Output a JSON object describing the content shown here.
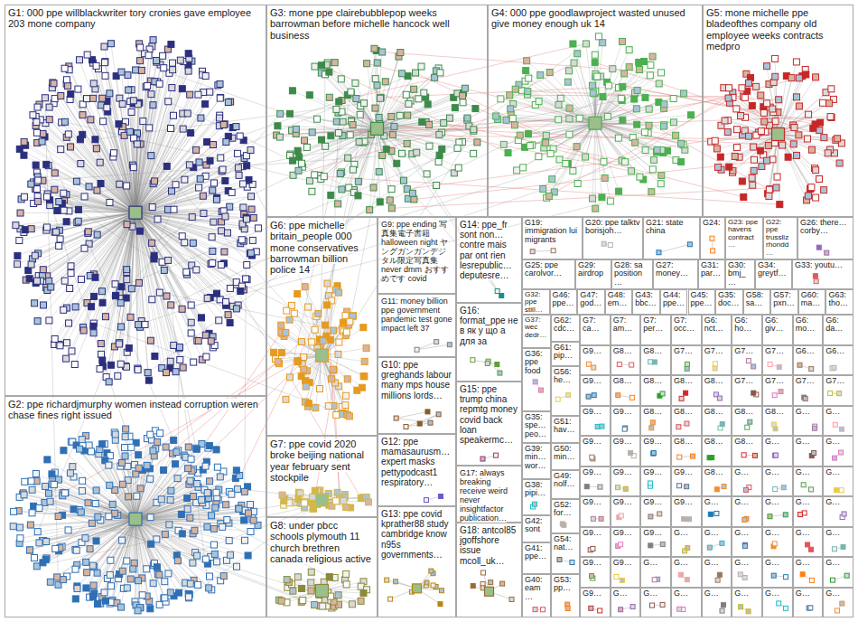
{
  "diagram": {
    "nodes": [
      {
        "text": [
          "G1: 000 ppe willblackwriter tory cronies gave employee 203 mone company"
        ]
      },
      {
        "text": [
          "G2: ppe richardjmurphy women instead corruption weren chase fines right issued"
        ]
      },
      {
        "text": [
          "G3: mone ppe clairebubblepop weeks barrowman before michelle hancock well business"
        ]
      },
      {
        "text": [
          "G4: 000 ppe goodlawproject wasted unused give money enough uk 14"
        ]
      },
      {
        "text": [
          "G5: mone michelle ppe bladeofthes company old employee weeks contracts medpro"
        ]
      },
      {
        "text": [
          "G6: ppe michelle britain_people 000 mone conservatives barrowman billion police 14"
        ]
      },
      {
        "text": [
          "G7: ppe covid 2020 broke beijing national year february sent stockpile"
        ]
      },
      {
        "text": [
          "G8: under pbcc schools plymouth 11 church brethren canada religious active"
        ]
      },
      {
        "text": [
          "G9: ppe ending 写真集電子書籍 halloween night ヤングガンガンデジタル限定写真集 never dmm おすすめです covid"
        ]
      },
      {
        "text": [
          "G11: money billion ppe government pandemic test gone impact left 37"
        ]
      },
      {
        "text": [
          "G10: ppe greghands labour many mps house millions lords…"
        ]
      },
      {
        "text": [
          "G12: ppe mamasaurusm… expert masks pettypodcast1 respiratory…"
        ]
      },
      {
        "text": [
          "G13: ppe covid kprather88 study cambridge know n95s governments…"
        ]
      },
      {
        "text": [
          "G14: ppe_fr sont non… contre mais par ont rien lesrepublic… deputesre…"
        ]
      },
      {
        "text": [
          "G16: format_ppe не в як у що а для за"
        ]
      },
      {
        "text": [
          "G15: ppe trump china repmtg money covid back loan speakermc…"
        ]
      },
      {
        "text": [
          "G17: always breaking receive weird never insightfactor publication…"
        ]
      },
      {
        "text": [
          "G18: antcol85 jgoffshore issue mcoll_uk…"
        ]
      },
      {
        "text": [
          "G19: immigration lui migrants"
        ]
      },
      {
        "text": [
          "G20: ppe talktv borisjoh…"
        ]
      },
      {
        "text": [
          "G21: state china"
        ]
      },
      {
        "text": [
          "G24:"
        ]
      },
      {
        "text": [
          "G23: ppe havens contract…"
        ]
      },
      {
        "text": [
          "G22: ppe trussliz rhondd…"
        ]
      },
      {
        "text": [
          "G26: there… corby…"
        ]
      },
      {
        "text": [
          "G25: ppe carolvor…"
        ]
      },
      {
        "text": [
          "G29: airdrop"
        ]
      },
      {
        "text": [
          "G28: sa position…"
        ]
      },
      {
        "text": [
          "G27: money…"
        ]
      },
      {
        "text": [
          "G31: par…"
        ]
      },
      {
        "text": [
          "G30: bmj_…"
        ]
      },
      {
        "text": [
          "G34: greytf…"
        ]
      },
      {
        "text": [
          "G33: youtu…"
        ]
      },
      {
        "text": [
          "G32: ppe still…"
        ]
      },
      {
        "text": [
          "G46: ppe…"
        ]
      },
      {
        "text": [
          "G47: god…"
        ]
      },
      {
        "text": [
          "G48: em…"
        ]
      },
      {
        "text": [
          "G43: bbc…"
        ]
      },
      {
        "text": [
          "G44: ppe…"
        ]
      },
      {
        "text": [
          "G45: ppe…"
        ]
      },
      {
        "text": [
          "G35: doc…"
        ]
      },
      {
        "text": [
          "G58: sa…"
        ]
      },
      {
        "text": [
          "G57: pxn…"
        ]
      },
      {
        "text": [
          "G60: ma…"
        ]
      },
      {
        "text": [
          "G63: tho…"
        ]
      },
      {
        "text": [
          "G37: wec dedr…"
        ]
      },
      {
        "text": [
          "G36: ppe food"
        ]
      },
      {
        "text": [
          "G35: spe… peo…"
        ]
      },
      {
        "text": [
          "G39: min… wor…"
        ]
      },
      {
        "text": [
          "G38: pipi…"
        ]
      },
      {
        "text": [
          "G42: sont"
        ]
      },
      {
        "text": [
          "G41: ppe…"
        ]
      },
      {
        "text": [
          "G40: eam…"
        ]
      },
      {
        "text": [
          "G62: cdc…"
        ]
      },
      {
        "text": [
          "G61: pip…"
        ]
      },
      {
        "text": [
          "G56: he…"
        ]
      },
      {
        "text": [
          "G51: hav…"
        ]
      },
      {
        "text": [
          "G50: min…"
        ]
      },
      {
        "text": [
          "G49: nolf…"
        ]
      },
      {
        "text": [
          "G52: for…"
        ]
      },
      {
        "text": [
          "G54: nat…"
        ]
      },
      {
        "text": [
          "G53: pp…"
        ]
      },
      {
        "text": [
          "G7: ca…"
        ]
      },
      {
        "text": [
          "G7: am…"
        ]
      },
      {
        "text": [
          "G7: per…"
        ]
      },
      {
        "text": [
          "G7: occ…"
        ]
      },
      {
        "text": [
          "G6: nct…"
        ]
      },
      {
        "text": [
          "G6: ho…"
        ]
      },
      {
        "text": [
          "G6: giv…"
        ]
      },
      {
        "text": [
          "G6: mo…"
        ]
      },
      {
        "text": [
          "G6: da…"
        ]
      },
      {
        "text": [
          "G9…"
        ]
      },
      {
        "text": [
          "G8…"
        ]
      },
      {
        "text": [
          "G8…"
        ]
      },
      {
        "text": [
          "G7…"
        ]
      },
      {
        "text": [
          "G7…"
        ]
      },
      {
        "text": [
          "G7…"
        ]
      },
      {
        "text": [
          "G7…"
        ]
      },
      {
        "text": [
          "G6…"
        ]
      },
      {
        "text": [
          "G6…"
        ]
      },
      {
        "text": [
          "G9…"
        ]
      },
      {
        "text": [
          "G8…"
        ]
      },
      {
        "text": [
          "G8…"
        ]
      },
      {
        "text": [
          "G8…"
        ]
      },
      {
        "text": [
          "G8…"
        ]
      },
      {
        "text": [
          "G7…"
        ]
      },
      {
        "text": [
          "G7…"
        ]
      },
      {
        "text": [
          "G7…"
        ]
      },
      {
        "text": [
          "G7…"
        ]
      },
      {
        "text": [
          "G9…"
        ]
      },
      {
        "text": [
          "G9…"
        ]
      },
      {
        "text": [
          "G8…"
        ]
      },
      {
        "text": [
          "G8…"
        ]
      },
      {
        "text": [
          "G8…"
        ]
      },
      {
        "text": [
          "G8…"
        ]
      },
      {
        "text": [
          "G8…"
        ]
      },
      {
        "text": [
          "G…"
        ]
      },
      {
        "text": [
          "G…"
        ]
      },
      {
        "text": [
          "G9…"
        ]
      },
      {
        "text": [
          "G9…"
        ]
      },
      {
        "text": [
          "G9…"
        ]
      },
      {
        "text": [
          "G8…"
        ]
      },
      {
        "text": [
          "G8…"
        ]
      },
      {
        "text": [
          "G8…"
        ]
      },
      {
        "text": [
          "G…"
        ]
      },
      {
        "text": [
          "G…"
        ]
      },
      {
        "text": [
          "G…"
        ]
      },
      {
        "text": [
          "G9…"
        ]
      },
      {
        "text": [
          "G9…"
        ]
      },
      {
        "text": [
          "G9…"
        ]
      },
      {
        "text": [
          "G9…"
        ]
      },
      {
        "text": [
          "G8…"
        ]
      },
      {
        "text": [
          "G…"
        ]
      },
      {
        "text": [
          "G…"
        ]
      },
      {
        "text": [
          "G…"
        ]
      },
      {
        "text": [
          "G…"
        ]
      },
      {
        "text": [
          "G9…"
        ]
      },
      {
        "text": [
          "G9…"
        ]
      },
      {
        "text": [
          "G9…"
        ]
      },
      {
        "text": [
          "G9…"
        ]
      },
      {
        "text": [
          "G…"
        ]
      },
      {
        "text": [
          "G…"
        ]
      },
      {
        "text": [
          "G…"
        ]
      },
      {
        "text": [
          "G…"
        ]
      },
      {
        "text": [
          "G…"
        ]
      },
      {
        "text": [
          "G9…"
        ]
      },
      {
        "text": [
          "G9…"
        ]
      },
      {
        "text": [
          "G9…"
        ]
      },
      {
        "text": [
          "G…"
        ]
      },
      {
        "text": [
          "G…"
        ]
      },
      {
        "text": [
          "G…"
        ]
      },
      {
        "text": [
          "G…"
        ]
      },
      {
        "text": [
          "G…"
        ]
      },
      {
        "text": [
          "G…"
        ]
      },
      {
        "text": [
          "G9…"
        ]
      },
      {
        "text": [
          "G9…"
        ]
      },
      {
        "text": [
          "G…"
        ]
      },
      {
        "text": [
          "G…"
        ]
      },
      {
        "text": [
          "G…"
        ]
      },
      {
        "text": [
          "G…"
        ]
      },
      {
        "text": [
          "G…"
        ]
      },
      {
        "text": [
          "G…"
        ]
      },
      {
        "text": [
          "G…"
        ]
      },
      {
        "text": [
          "G9…"
        ]
      },
      {
        "text": [
          "G…"
        ]
      },
      {
        "text": [
          "G…"
        ]
      },
      {
        "text": [
          "G…"
        ]
      },
      {
        "text": [
          "G…"
        ]
      },
      {
        "text": [
          "G…"
        ]
      },
      {
        "text": [
          "G…"
        ]
      },
      {
        "text": [
          "G…"
        ]
      },
      {
        "text": [
          "G…"
        ]
      }
    ]
  }
}
